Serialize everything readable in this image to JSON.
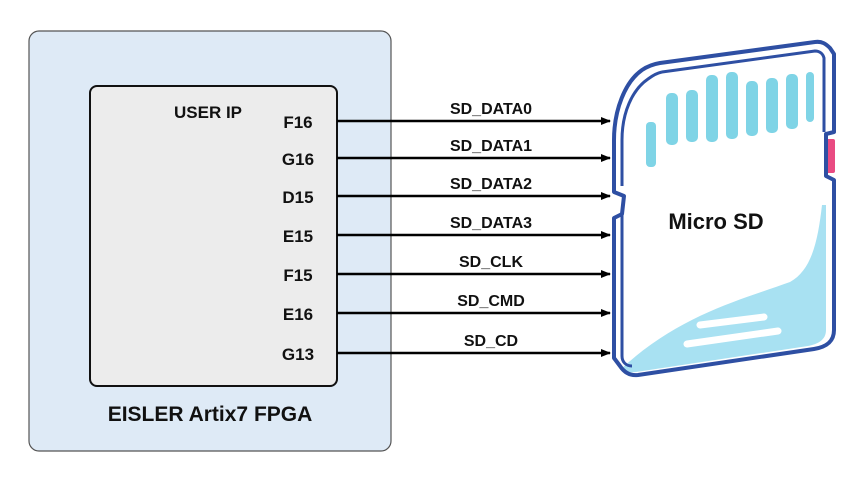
{
  "fpga": {
    "title": "EISLER Artix7 FPGA",
    "ip_block": {
      "title": "USER IP"
    },
    "colors": {
      "board_fill": "#deeaf6",
      "board_stroke": "#555555",
      "ip_fill": "#ececec",
      "ip_stroke": "#111111"
    }
  },
  "connections": [
    {
      "pin": "F16",
      "signal": "SD_DATA0"
    },
    {
      "pin": "G16",
      "signal": "SD_DATA1"
    },
    {
      "pin": "D15",
      "signal": "SD_DATA2"
    },
    {
      "pin": "E15",
      "signal": "SD_DATA3"
    },
    {
      "pin": "F15",
      "signal": "SD_CLK"
    },
    {
      "pin": "E16",
      "signal": "SD_CMD"
    },
    {
      "pin": "G13",
      "signal": "SD_CD"
    }
  ],
  "sd_card": {
    "label": "Micro SD",
    "colors": {
      "outline": "#2e4fa3",
      "contacts": "#7fd4e6",
      "lower_fill": "#a8e1f2",
      "lock_tab": "#e94b82"
    }
  },
  "line_color": "#000000"
}
